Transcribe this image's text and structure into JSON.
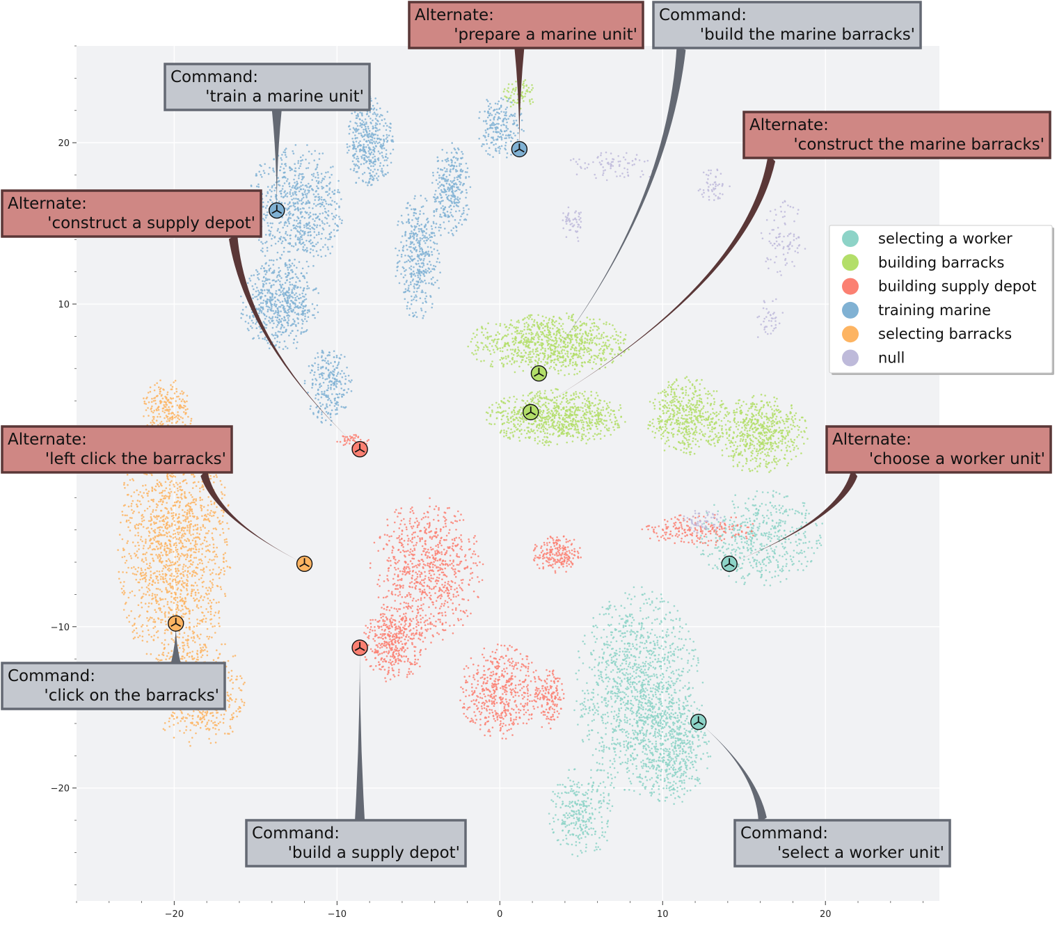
{
  "chart_data": {
    "type": "scatter",
    "title": "",
    "xlabel": "",
    "ylabel": "",
    "xlim": [
      -26,
      27
    ],
    "ylim": [
      -27,
      26
    ],
    "x_ticks": [
      -20,
      -10,
      0,
      10,
      20
    ],
    "y_ticks": [
      -20,
      -10,
      10,
      20
    ],
    "grid": true,
    "legend_position": "right",
    "series": [
      {
        "name": "selecting a worker",
        "color": "#8dd3c7",
        "clusters": [
          {
            "cx": 8.5,
            "cy": -14.0,
            "rx": 4.0,
            "ry": 6.5,
            "n": 1300
          },
          {
            "cx": 10.5,
            "cy": -17.5,
            "rx": 2.5,
            "ry": 3.5,
            "n": 500
          },
          {
            "cx": 5.0,
            "cy": -21.5,
            "rx": 2.0,
            "ry": 3.0,
            "n": 300
          },
          {
            "cx": 16.0,
            "cy": -4.5,
            "rx": 4.0,
            "ry": 3.0,
            "n": 500
          }
        ]
      },
      {
        "name": "building barracks",
        "color": "#b3de69",
        "clusters": [
          {
            "cx": 3.0,
            "cy": 7.5,
            "rx": 5.0,
            "ry": 2.0,
            "n": 900
          },
          {
            "cx": 3.5,
            "cy": 3.0,
            "rx": 4.5,
            "ry": 1.8,
            "n": 800
          },
          {
            "cx": 11.5,
            "cy": 3.0,
            "rx": 2.5,
            "ry": 2.5,
            "n": 500
          },
          {
            "cx": 16.0,
            "cy": 2.0,
            "rx": 3.0,
            "ry": 2.5,
            "n": 600
          },
          {
            "cx": 1.2,
            "cy": 23.0,
            "rx": 1.0,
            "ry": 1.0,
            "n": 80
          }
        ]
      },
      {
        "name": "building supply depot",
        "color": "#fb8072",
        "clusters": [
          {
            "cx": -4.5,
            "cy": -6.5,
            "rx": 3.5,
            "ry": 4.5,
            "n": 800
          },
          {
            "cx": -6.5,
            "cy": -11.0,
            "rx": 2.0,
            "ry": 2.5,
            "n": 400
          },
          {
            "cx": 0.0,
            "cy": -14.0,
            "rx": 2.5,
            "ry": 3.0,
            "n": 500
          },
          {
            "cx": 3.0,
            "cy": -14.5,
            "rx": 1.0,
            "ry": 2.0,
            "n": 150
          },
          {
            "cx": 3.5,
            "cy": -5.5,
            "rx": 1.5,
            "ry": 1.3,
            "n": 200
          },
          {
            "cx": 12.0,
            "cy": -4.0,
            "rx": 4.0,
            "ry": 1.0,
            "n": 200
          },
          {
            "cx": -9.0,
            "cy": 1.5,
            "rx": 1.0,
            "ry": 0.5,
            "n": 50
          }
        ]
      },
      {
        "name": "training marine",
        "color": "#80b1d3",
        "clusters": [
          {
            "cx": -12.5,
            "cy": 16.0,
            "rx": 3.0,
            "ry": 4.0,
            "n": 700
          },
          {
            "cx": -13.5,
            "cy": 10.0,
            "rx": 2.5,
            "ry": 3.0,
            "n": 600
          },
          {
            "cx": -8.0,
            "cy": 20.0,
            "rx": 1.5,
            "ry": 3.0,
            "n": 400
          },
          {
            "cx": -5.0,
            "cy": 13.0,
            "rx": 1.5,
            "ry": 4.0,
            "n": 400
          },
          {
            "cx": -3.0,
            "cy": 17.0,
            "rx": 1.2,
            "ry": 3.0,
            "n": 300
          },
          {
            "cx": 0.0,
            "cy": 21.0,
            "rx": 1.5,
            "ry": 2.0,
            "n": 200
          },
          {
            "cx": -10.5,
            "cy": 5.0,
            "rx": 1.5,
            "ry": 2.5,
            "n": 250
          }
        ]
      },
      {
        "name": "selecting barracks",
        "color": "#fdb462",
        "clusters": [
          {
            "cx": -20.0,
            "cy": -5.0,
            "rx": 3.5,
            "ry": 8.5,
            "n": 1600
          },
          {
            "cx": -18.5,
            "cy": -14.0,
            "rx": 3.0,
            "ry": 3.5,
            "n": 500
          },
          {
            "cx": -20.5,
            "cy": 3.5,
            "rx": 1.5,
            "ry": 2.0,
            "n": 200
          }
        ]
      },
      {
        "name": "null",
        "color": "#bebada",
        "clusters": [
          {
            "cx": 7.0,
            "cy": 18.5,
            "rx": 3.0,
            "ry": 1.0,
            "n": 80
          },
          {
            "cx": 4.5,
            "cy": 15.0,
            "rx": 0.8,
            "ry": 1.2,
            "n": 50
          },
          {
            "cx": 13.0,
            "cy": 17.5,
            "rx": 1.2,
            "ry": 1.2,
            "n": 50
          },
          {
            "cx": 17.5,
            "cy": 14.0,
            "rx": 1.5,
            "ry": 2.5,
            "n": 90
          },
          {
            "cx": 16.5,
            "cy": 9.0,
            "rx": 1.0,
            "ry": 1.5,
            "n": 40
          },
          {
            "cx": 12.5,
            "cy": -3.5,
            "rx": 1.5,
            "ry": 0.8,
            "n": 60
          }
        ]
      }
    ],
    "annotations": [
      {
        "kind": "Command",
        "label": "Command:",
        "text": "'train a marine unit'",
        "x": -13.7,
        "y": 15.8,
        "color": "#80b1d3"
      },
      {
        "kind": "Alternate",
        "label": "Alternate:",
        "text": "'prepare a marine unit'",
        "x": 1.2,
        "y": 19.6,
        "color": "#80b1d3"
      },
      {
        "kind": "Command",
        "label": "Command:",
        "text": "'build the marine barracks'",
        "x": 2.4,
        "y": 5.7,
        "color": "#b3de69"
      },
      {
        "kind": "Alternate",
        "label": "Alternate:",
        "text": "'construct the marine barracks'",
        "x": 1.9,
        "y": 3.3,
        "color": "#b3de69"
      },
      {
        "kind": "Alternate",
        "label": "Alternate:",
        "text": "'construct a supply depot'",
        "x": -8.6,
        "y": 1.0,
        "color": "#fb8072"
      },
      {
        "kind": "Alternate",
        "label": "Alternate:",
        "text": "'left click the barracks'",
        "x": -12.0,
        "y": -6.1,
        "color": "#fdb462"
      },
      {
        "kind": "Alternate",
        "label": "Alternate:",
        "text": "'choose a worker unit'",
        "x": 14.1,
        "y": -6.1,
        "color": "#8dd3c7"
      },
      {
        "kind": "Command",
        "label": "Command:",
        "text": "'click on the barracks'",
        "x": -19.9,
        "y": -9.8,
        "color": "#fdb462"
      },
      {
        "kind": "Command",
        "label": "Command:",
        "text": "'build a supply depot'",
        "x": -8.6,
        "y": -11.3,
        "color": "#fb8072"
      },
      {
        "kind": "Command",
        "label": "Command:",
        "text": "'select a worker unit'",
        "x": 12.2,
        "y": -15.9,
        "color": "#8dd3c7"
      }
    ]
  }
}
